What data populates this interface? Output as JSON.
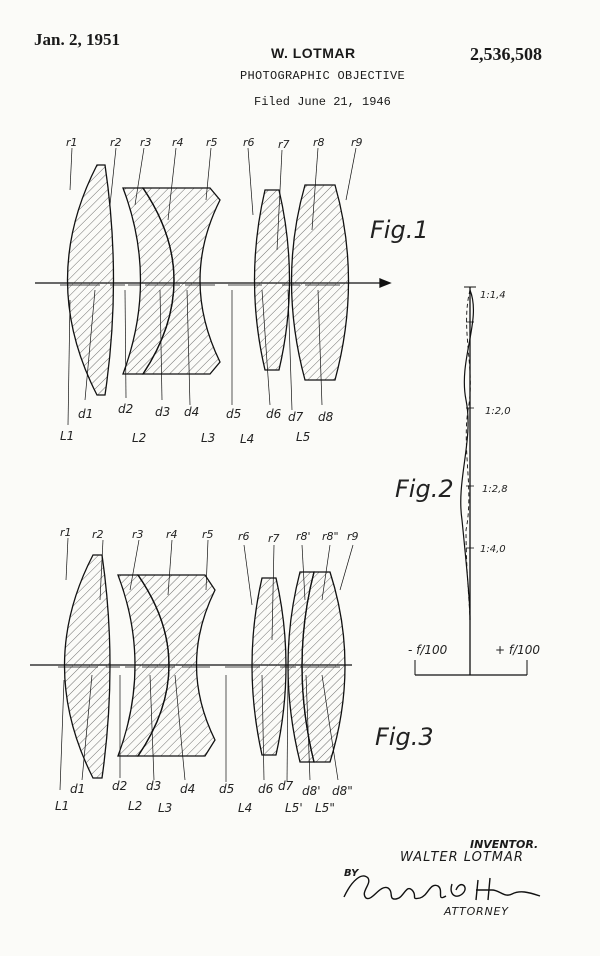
{
  "header": {
    "date": "Jan. 2, 1951",
    "inventor_name": "W. LOTMAR",
    "patent_number": "2,536,508",
    "title": "PHOTOGRAPHIC OBJECTIVE",
    "filed": "Filed June 21, 1946"
  },
  "figure_labels": {
    "fig1": "Fig.1",
    "fig2": "Fig.2",
    "fig3": "Fig.3"
  },
  "fig1": {
    "radius_labels": [
      "r1",
      "r2",
      "r3",
      "r4",
      "r5",
      "r6",
      "r7",
      "r8",
      "r9"
    ],
    "thickness_labels": [
      "d1",
      "d2",
      "d3",
      "d4",
      "d5",
      "d6",
      "d7",
      "d8"
    ],
    "lens_labels": [
      "L1",
      "L2",
      "L3",
      "L4",
      "L5"
    ]
  },
  "fig2": {
    "apertures": [
      "1:1,4",
      "1:2,0",
      "1:2,8",
      "1:4,0"
    ],
    "axis_left": "- f/100",
    "axis_right": "+ f/100"
  },
  "fig3": {
    "radius_labels": [
      "r1",
      "r2",
      "r3",
      "r4",
      "r5",
      "r6",
      "r7",
      "r8'",
      "r8\"",
      "r9"
    ],
    "thickness_labels": [
      "d1",
      "d2",
      "d3",
      "d4",
      "d5",
      "d6",
      "d7",
      "d8'",
      "d8\""
    ],
    "lens_labels": [
      "L1",
      "L2",
      "L3",
      "L4",
      "L5'",
      "L5\""
    ]
  },
  "signature": {
    "inventor_title": "INVENTOR.",
    "inventor_name": "WALTER LOTMAR",
    "by": "BY",
    "attorney": "ATTORNEY"
  },
  "colors": {
    "ink": "#1a1a1a",
    "paper": "#fbfbf8"
  }
}
